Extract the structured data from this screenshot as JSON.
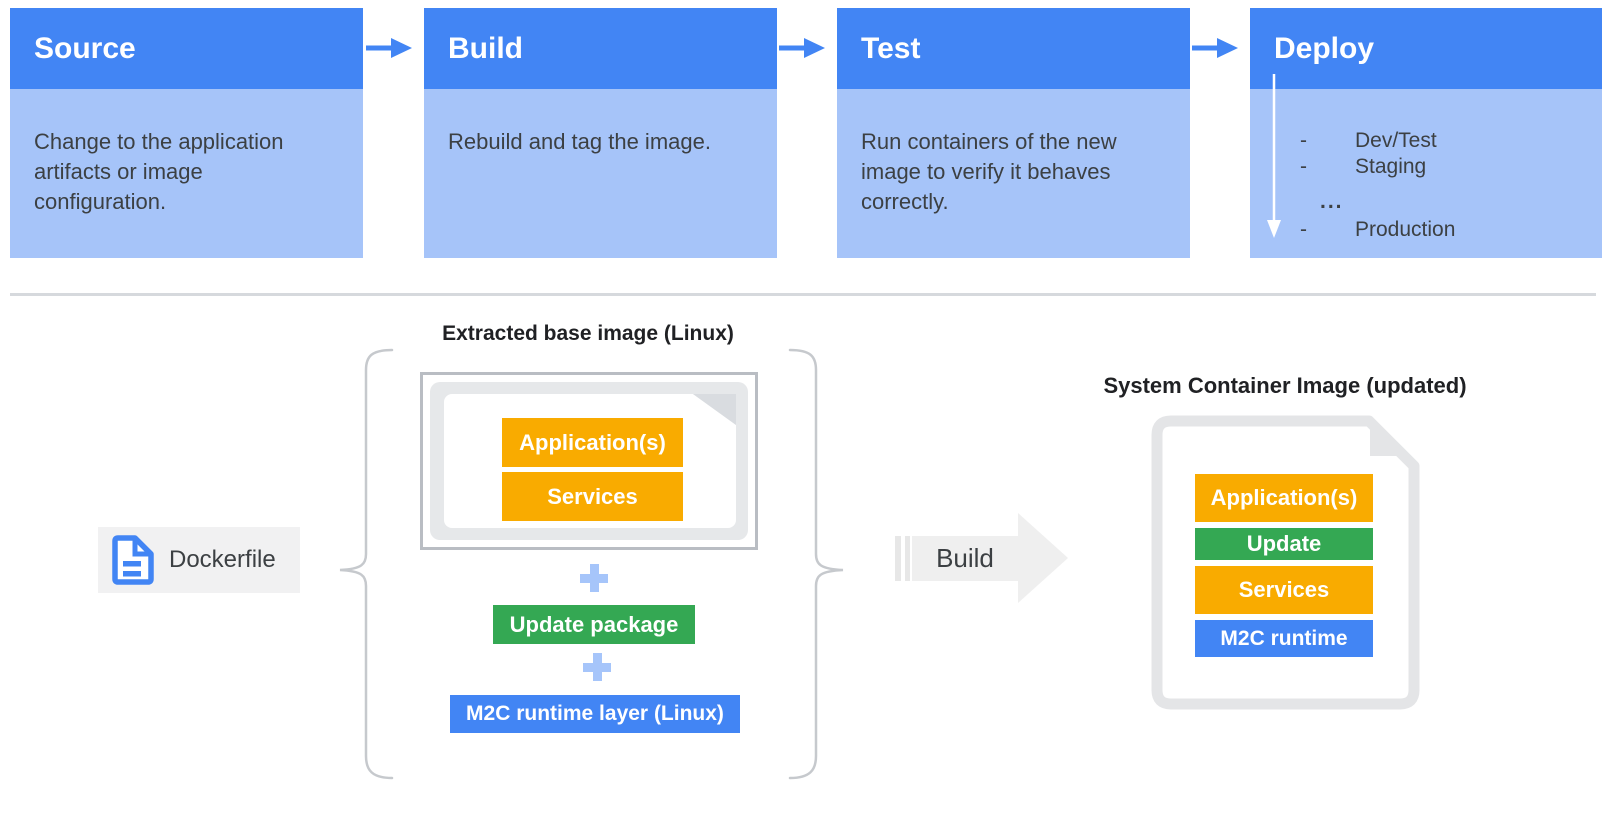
{
  "colors": {
    "header_blue": "#4285F4",
    "body_light_blue": "#A6C4F9",
    "layer_yellow": "#F9AB00",
    "layer_green": "#34A853",
    "layer_blue": "#4285F4",
    "text_dark": "#3C4043",
    "title_dark": "#202124",
    "plus_blue": "#A6C5FA",
    "doc_gray": "#E6E8EA",
    "arrow_gray": "#EFEFEF"
  },
  "pipeline": {
    "stages": [
      {
        "title": "Source",
        "description": "Change to the application artifacts or image configuration."
      },
      {
        "title": "Build",
        "description": "Rebuild and tag the image."
      },
      {
        "title": "Test",
        "description": "Run containers of the new image to verify it behaves correctly."
      },
      {
        "title": "Deploy"
      }
    ],
    "deploy_targets": {
      "dash": "-",
      "items": [
        "Dev/Test",
        "Staging",
        "Production"
      ],
      "ellipsis": "..."
    }
  },
  "dockerfile": {
    "label": "Dockerfile"
  },
  "extracted": {
    "title": "Extracted base image (Linux)",
    "layers": [
      "Application(s)",
      "Services"
    ],
    "update_package": "Update package",
    "runtime_layer": "M2C runtime layer (Linux)"
  },
  "build_arrow": {
    "label": "Build"
  },
  "result": {
    "title": "System Container Image (updated)",
    "layers": [
      {
        "label": "Application(s)",
        "color": "#F9AB00"
      },
      {
        "label": "Update",
        "color": "#34A853"
      },
      {
        "label": "Services",
        "color": "#F9AB00"
      },
      {
        "label": "M2C runtime",
        "color": "#4285F4"
      }
    ]
  }
}
